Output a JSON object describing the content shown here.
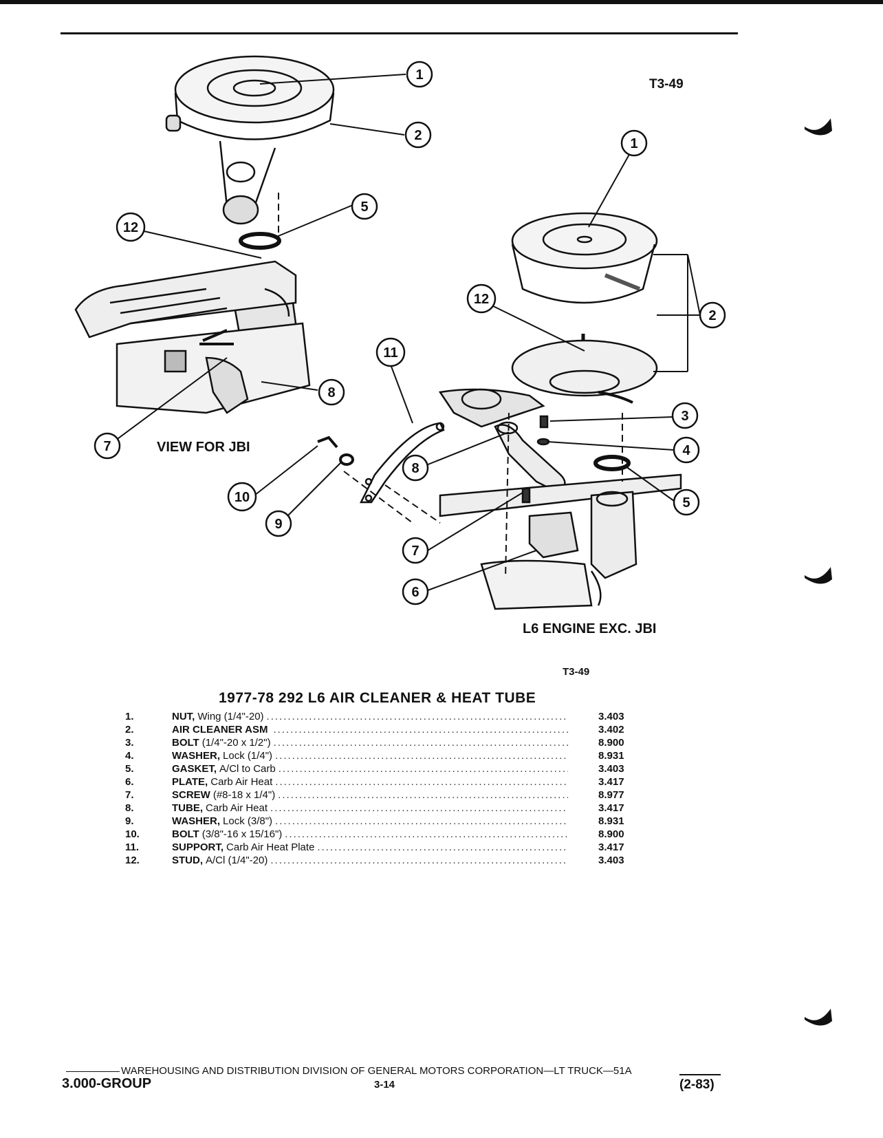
{
  "figure": {
    "figure_id_top": "T3-49",
    "view_label_left": "VIEW FOR JBI",
    "view_label_right": "L6 ENGINE EXC. JBI",
    "figure_id_bottom": "T3-49",
    "callouts": [
      "1",
      "2",
      "5",
      "12",
      "8",
      "7",
      "10",
      "9",
      "1",
      "2",
      "12",
      "11",
      "3",
      "4",
      "8",
      "5",
      "7",
      "6"
    ]
  },
  "parts": {
    "title": "1977-78 292 L6 AIR CLEANER & HEAT TUBE",
    "items": [
      {
        "num": "1.",
        "name": "NUT,",
        "detail": "Wing (1/4\"-20)",
        "group": "3.403"
      },
      {
        "num": "2.",
        "name": "AIR CLEANER ASM",
        "detail": "",
        "group": "3.402"
      },
      {
        "num": "3.",
        "name": "BOLT",
        "detail": "(1/4\"-20 x 1/2\")",
        "group": "8.900"
      },
      {
        "num": "4.",
        "name": "WASHER,",
        "detail": "Lock (1/4\")",
        "group": "8.931"
      },
      {
        "num": "5.",
        "name": "GASKET,",
        "detail": "A/Cl to Carb",
        "group": "3.403"
      },
      {
        "num": "6.",
        "name": "PLATE,",
        "detail": "Carb Air Heat",
        "group": "3.417"
      },
      {
        "num": "7.",
        "name": "SCREW",
        "detail": "(#8-18 x 1/4\")",
        "group": "8.977"
      },
      {
        "num": "8.",
        "name": "TUBE,",
        "detail": "Carb Air Heat",
        "group": "3.417"
      },
      {
        "num": "9.",
        "name": "WASHER,",
        "detail": "Lock (3/8\")",
        "group": "8.931"
      },
      {
        "num": "10.",
        "name": "BOLT",
        "detail": "(3/8\"-16 x 15/16\")",
        "group": "8.900"
      },
      {
        "num": "11.",
        "name": "SUPPORT,",
        "detail": "Carb Air Heat Plate",
        "group": "3.417"
      },
      {
        "num": "12.",
        "name": "STUD,",
        "detail": "A/Cl (1/4\"-20)",
        "group": "3.403"
      }
    ]
  },
  "footer": {
    "line": "WAREHOUSING AND DISTRIBUTION  DIVISION OF GENERAL MOTORS CORPORATION—LT TRUCK—51A",
    "group": "3.000-GROUP",
    "page": "3-14",
    "date": "(2-83)"
  }
}
